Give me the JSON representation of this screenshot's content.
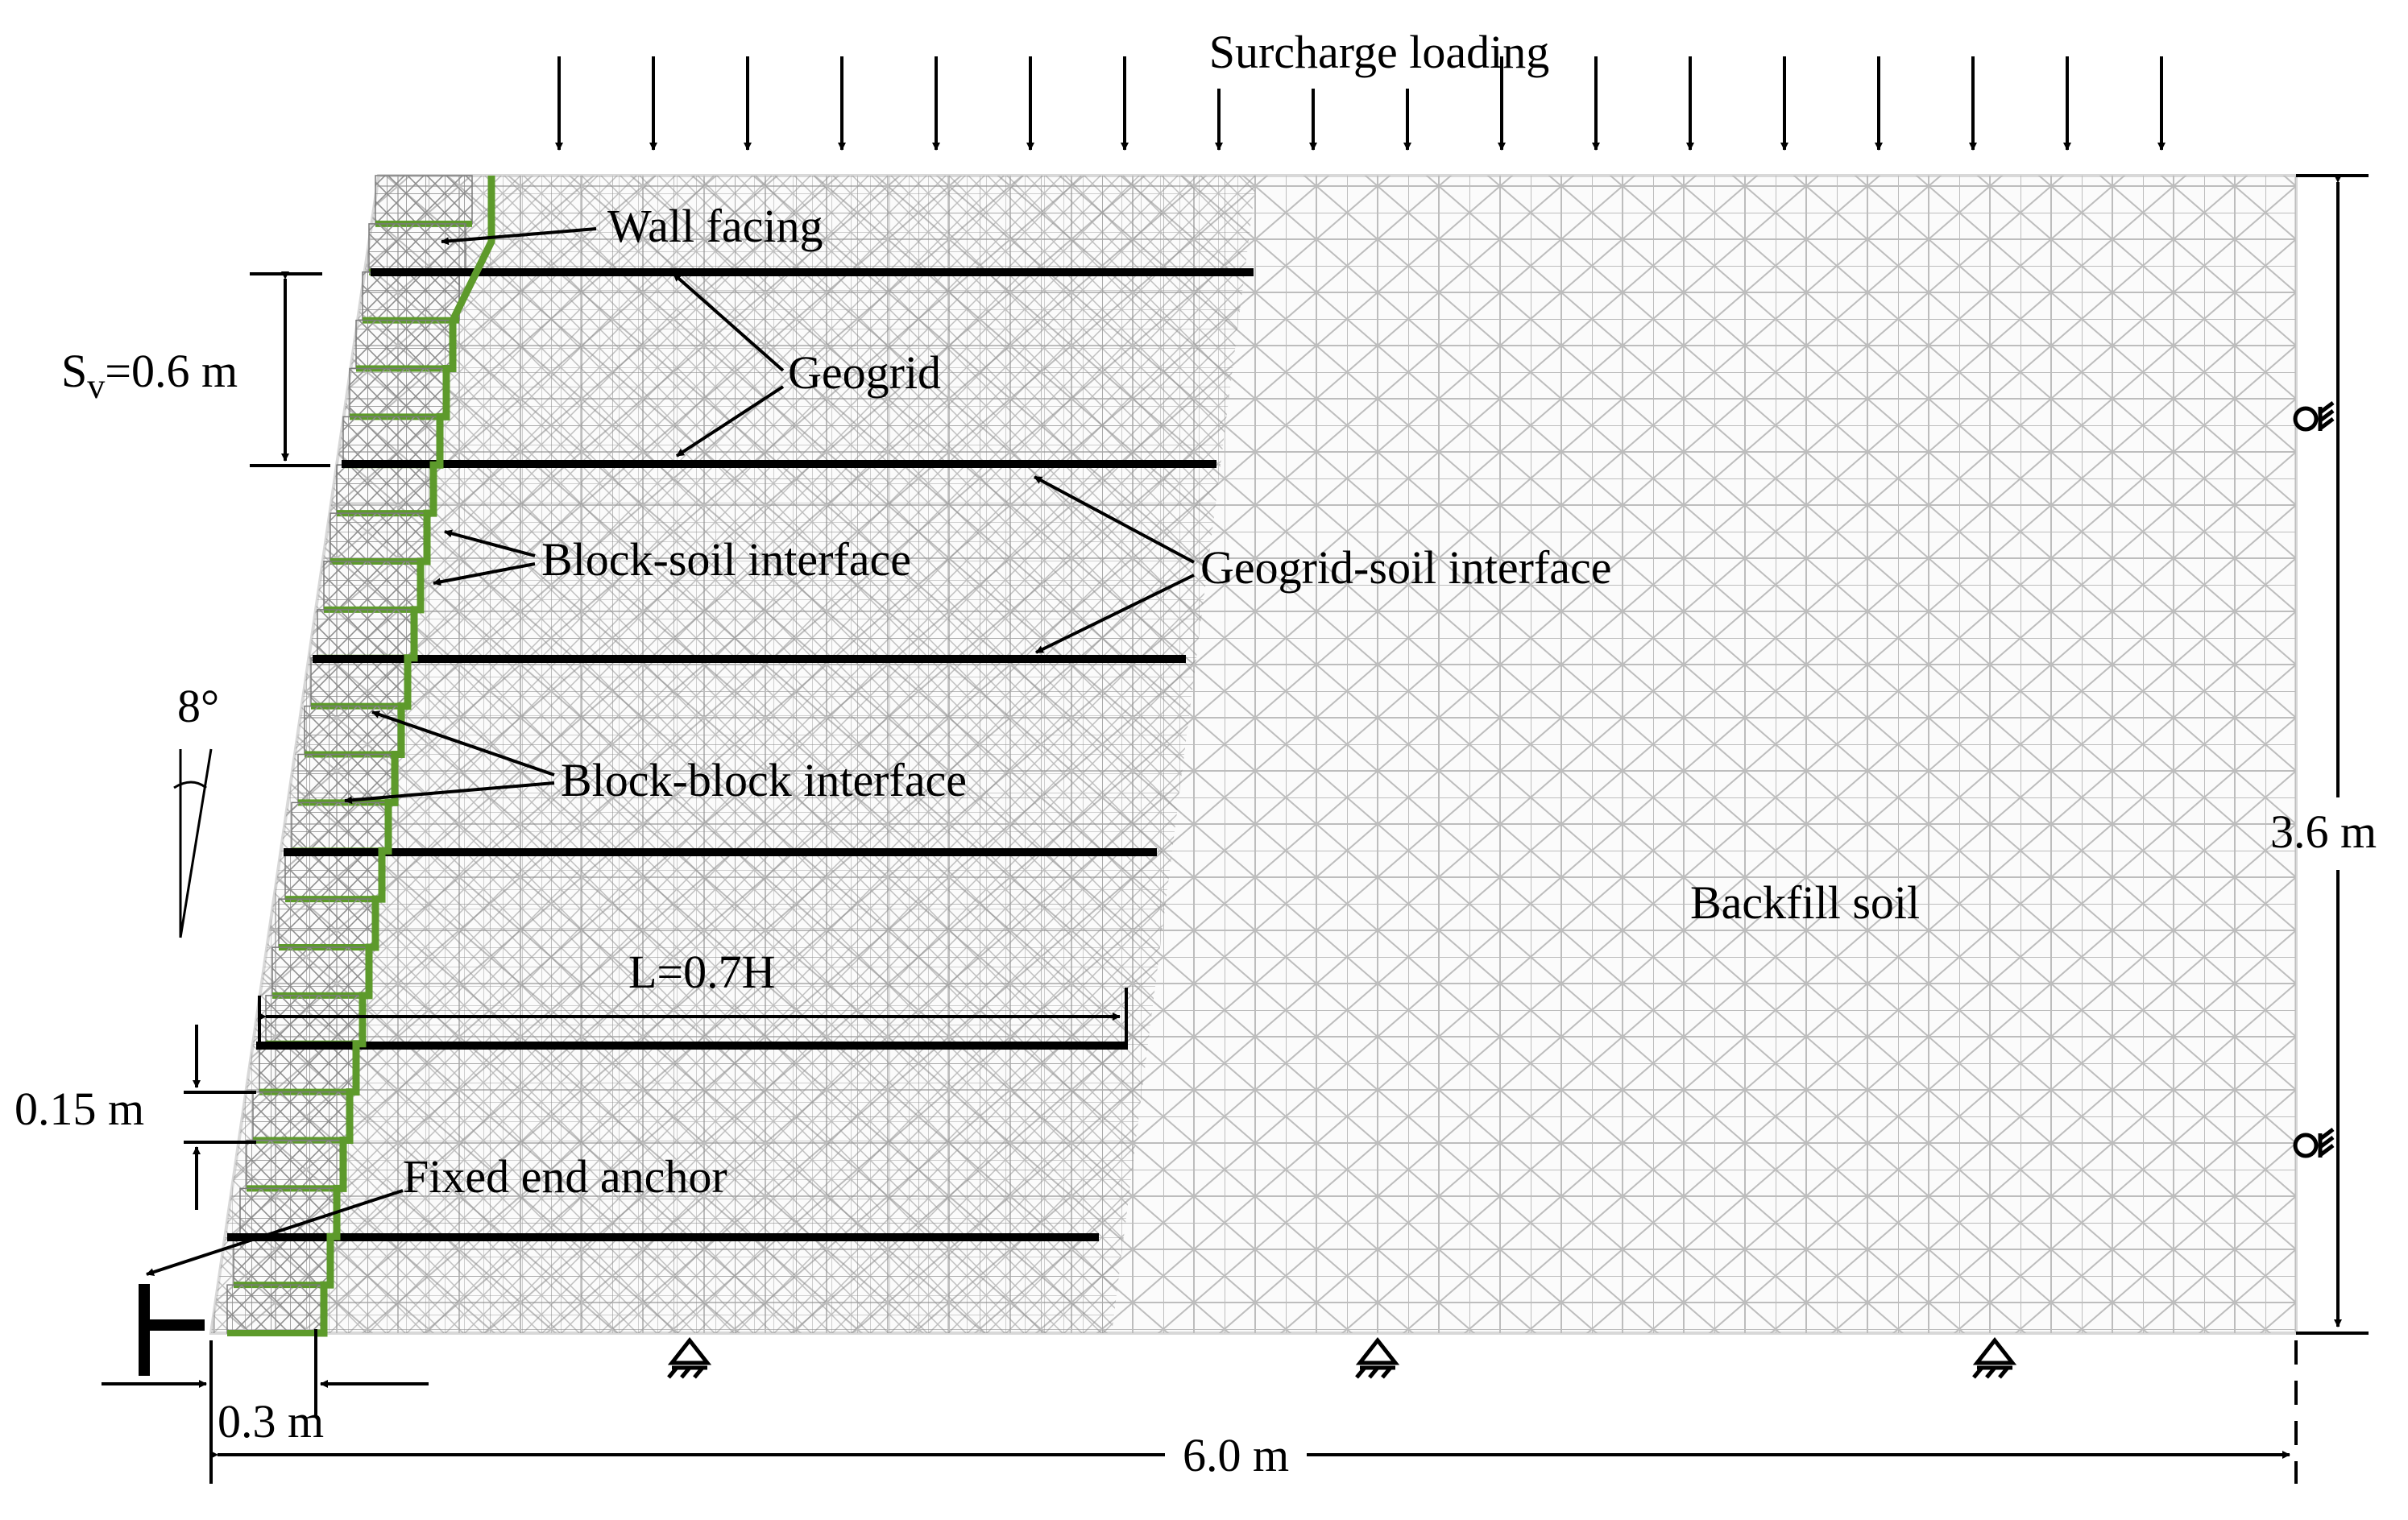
{
  "labels": {
    "surcharge": "Surcharge loading",
    "wall_facing": "Wall facing",
    "geogrid": "Geogrid",
    "sv_main": "S",
    "sv_sub": "v",
    "sv_value": "=0.6 m",
    "block_soil": "Block-soil interface",
    "geogrid_soil": "Geogrid-soil interface",
    "angle": "8°",
    "block_block": "Block-block interface",
    "backfill": "Backfill soil",
    "length": "L=0.7H",
    "block_height": "0.15 m",
    "anchor": "Fixed end anchor",
    "base_width": "0.3 m",
    "total_width": "6.0 m",
    "total_height": "3.6 m"
  },
  "colors": {
    "facing": "#5d9a2b",
    "mesh": "#b8b8b8",
    "geogrid": "#000000"
  },
  "icons": [
    "roller-support-icon",
    "pin-support-icon",
    "fixed-anchor-icon"
  ]
}
